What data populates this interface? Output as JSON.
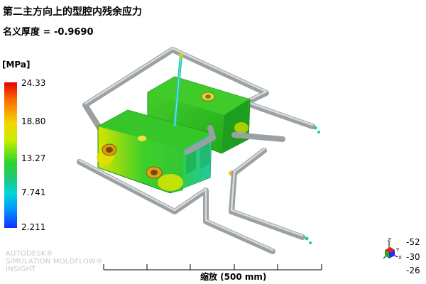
{
  "result": {
    "title": "第二主方向上的型腔内残余应力",
    "subtitle": "名义厚度 = -0.9690"
  },
  "legend": {
    "unit": "[MPa]",
    "ticks": [
      "24.33",
      "18.80",
      "13.27",
      "7.741",
      "2.211"
    ]
  },
  "watermark": {
    "line1": "AUTODESK®",
    "line2": "SIMULATION MOLDFLOW®",
    "line3": "INSIGHT"
  },
  "scale": {
    "label": "缩放 (500 mm)"
  },
  "triad": {
    "values": [
      "-52",
      "-30",
      "-26"
    ],
    "axis_labels": [
      "Z",
      "Y",
      "X"
    ]
  }
}
